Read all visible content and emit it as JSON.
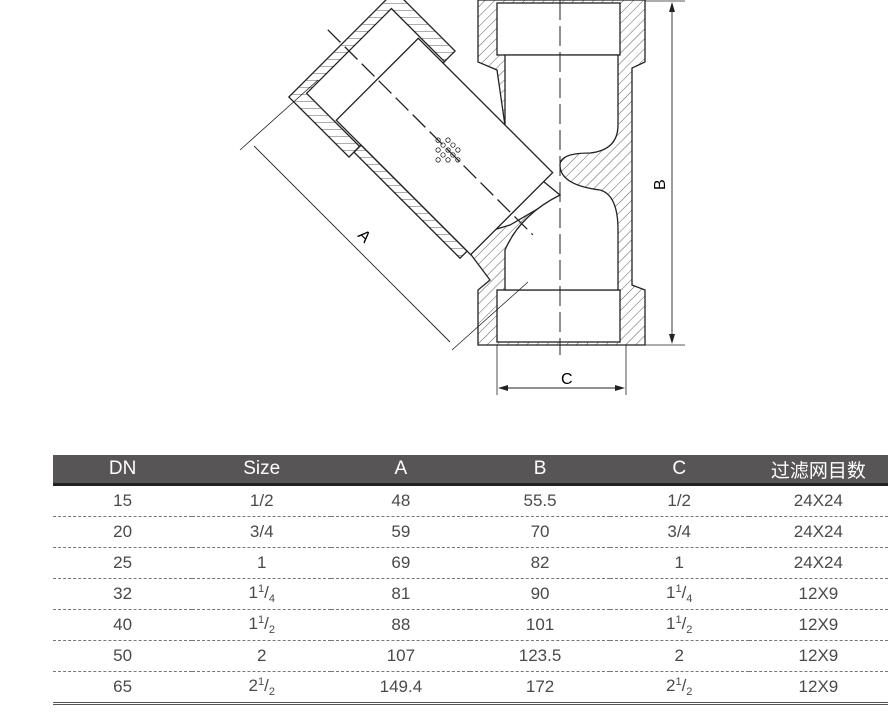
{
  "drawing": {
    "dim_a": "A",
    "dim_b": "B",
    "dim_c": "C"
  },
  "table": {
    "headers": [
      "DN",
      "Size",
      "A",
      "B",
      "C",
      "过滤网目数"
    ],
    "rows": [
      [
        "15",
        {
          "w": "1/2"
        },
        "48",
        "55.5",
        {
          "w": "1/2"
        },
        "24X24"
      ],
      [
        "20",
        {
          "w": "3/4"
        },
        "59",
        "70",
        {
          "w": "3/4"
        },
        "24X24"
      ],
      [
        "25",
        {
          "w": "1"
        },
        "69",
        "82",
        {
          "w": "1"
        },
        "24X24"
      ],
      [
        "32",
        {
          "w": "1",
          "n": "1",
          "d": "4"
        },
        "81",
        "90",
        {
          "w": "1",
          "n": "1",
          "d": "4"
        },
        "12X9"
      ],
      [
        "40",
        {
          "w": "1",
          "n": "1",
          "d": "2"
        },
        "88",
        "101",
        {
          "w": "1",
          "n": "1",
          "d": "2"
        },
        "12X9"
      ],
      [
        "50",
        {
          "w": "2"
        },
        "107",
        "123.5",
        {
          "w": "2"
        },
        "12X9"
      ],
      [
        "65",
        {
          "w": "2",
          "n": "1",
          "d": "2"
        },
        "149.4",
        "172",
        {
          "w": "2",
          "n": "1",
          "d": "2"
        },
        "12X9"
      ]
    ]
  }
}
